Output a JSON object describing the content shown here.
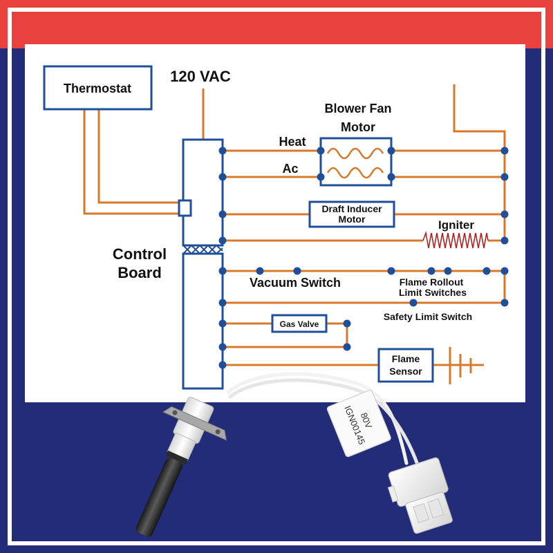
{
  "colors": {
    "frame_red": "#E8413E",
    "frame_navy": "#232C78",
    "wire_orange": "#D9782A",
    "box_blue": "#1F4E9B",
    "node_blue": "#1F4E9B",
    "igniter_red": "#B22222",
    "text_dark": "#111111"
  },
  "labels": {
    "thermostat": "Thermostat",
    "vac": "120 VAC",
    "blower_line1": "Blower Fan",
    "blower_line2": "Motor",
    "heat": "Heat",
    "ac": "Ac",
    "draft_line1": "Draft Inducer",
    "draft_line2": "Motor",
    "igniter": "Igniter",
    "control_line1": "Control",
    "control_line2": "Board",
    "vacuum_switch": "Vacuum Switch",
    "rollout_line1": "Flame Rollout",
    "rollout_line2": "Limit Switches",
    "safety_limit": "Safety Limit Switch",
    "gas_valve": "Gas Valve",
    "flame_line1": "Flame",
    "flame_line2": "Sensor"
  },
  "product": {
    "tag_line1": "80V",
    "tag_line2": "IGN00145"
  }
}
